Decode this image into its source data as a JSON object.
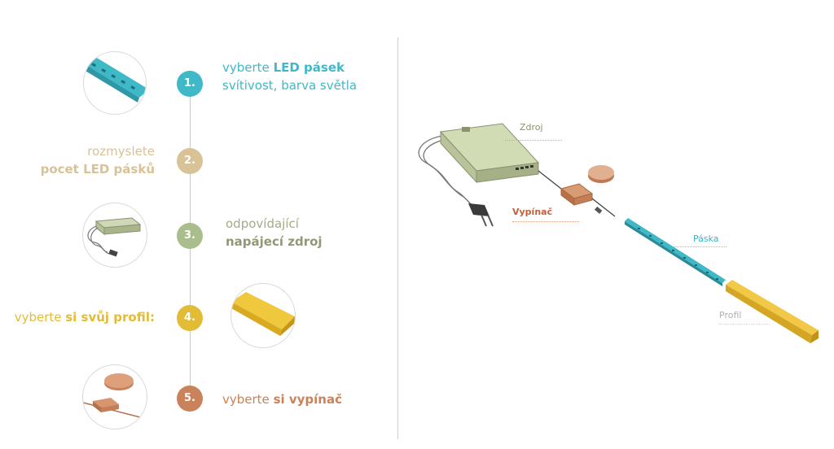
{
  "steps": [
    {
      "number": "1.",
      "line1_prefix": "vyberte ",
      "line1_bold": "LED pásek",
      "line2": "svítivost, barva světla",
      "color": "#3fb8c8"
    },
    {
      "number": "2.",
      "line1": "rozmyslete",
      "line2_bold": "pocet LED pásků",
      "color": "#d8c296"
    },
    {
      "number": "3.",
      "line1": "odpovídající",
      "line2_bold": "napájecí zdroj",
      "color": "#a9be8c"
    },
    {
      "number": "4.",
      "prefix": "vyberte ",
      "bold": "si svůj profil:",
      "color": "#e2bc34"
    },
    {
      "number": "5.",
      "prefix": "vyberte ",
      "bold": "si vypínač",
      "color": "#c9825a"
    }
  ],
  "diagram": {
    "zdroj": "Zdroj",
    "vypinac": "Vypínač",
    "paska": "Páska",
    "profil": "Profil",
    "colors": {
      "zdroj": "#a6ad8e",
      "vypinac": "#c0603c",
      "paska": "#39b3c3",
      "profil": "#c9c9c9"
    }
  },
  "icons": [
    "led-strip-icon",
    "power-supply-icon",
    "profile-icon",
    "switch-icon"
  ]
}
